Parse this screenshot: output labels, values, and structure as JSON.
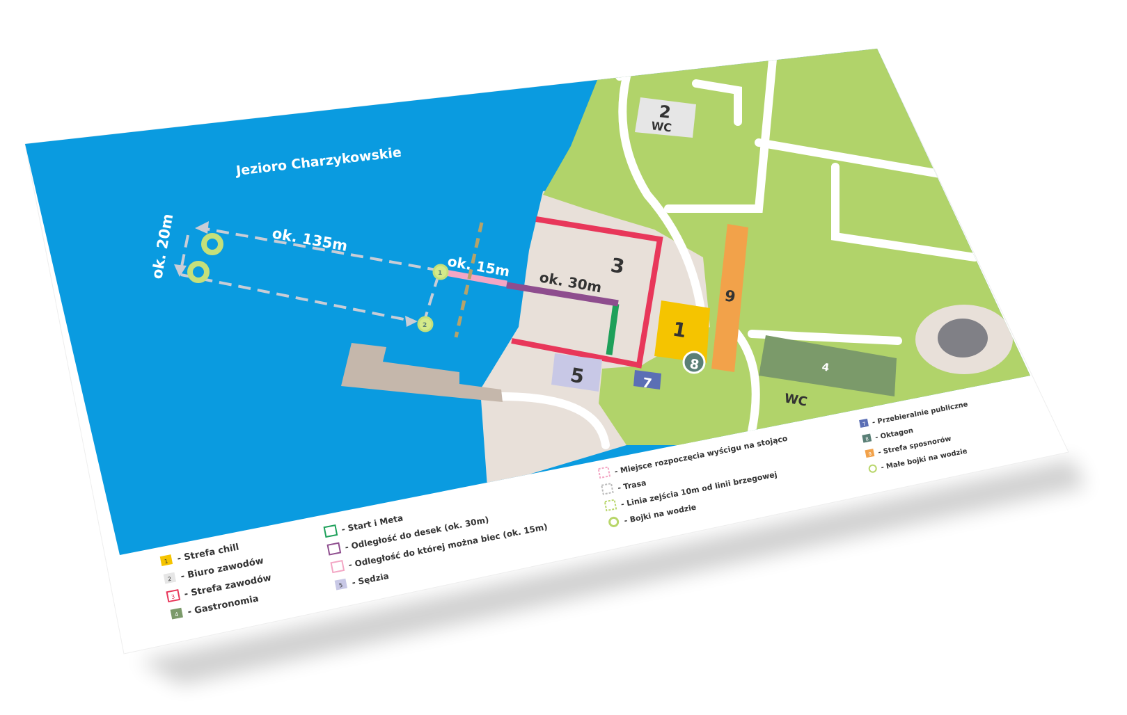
{
  "map": {
    "lake_name": "Jezioro Charzykowskie",
    "distances": {
      "d20": "ok. 20m",
      "d135": "ok. 135m",
      "d15": "ok. 15m",
      "d30": "ok. 30m"
    },
    "zones": {
      "z1": "1",
      "z2": "2",
      "z2_wc": "WC",
      "z3": "3",
      "z4": "4",
      "z5": "5",
      "z7": "7",
      "z8": "8",
      "z9": "9",
      "wc_main": "WC"
    },
    "buoy_labels": {
      "b_start": "1",
      "b_end": "2"
    }
  },
  "legend": {
    "col1": [
      {
        "num": "1",
        "label": "- Strefa chill",
        "color": "#f5c400"
      },
      {
        "num": "2",
        "label": "- Biuro zawodów",
        "color": "#e6e6e6"
      },
      {
        "num": "3",
        "label": "- Strefa zawodów",
        "color": "#e8375a"
      },
      {
        "num": "4",
        "label": "- Gastronomia",
        "color": "#7b9a6a"
      }
    ],
    "col2": [
      {
        "label": "- Start i Meta",
        "color": "#1ea05a"
      },
      {
        "label": "- Odległość do desek (ok. 30m)",
        "color": "#8e4d8e"
      },
      {
        "label": "- Odległość do której można biec (ok. 15m)",
        "color": "#f3a6c4"
      },
      {
        "num": "5",
        "label": "- Sędzia",
        "color": "#c8c8e6"
      }
    ],
    "col3": [
      {
        "label": "- Miejsce rozpoczęcia wyścigu na stojąco",
        "color": "#f3a6c4"
      },
      {
        "label": "- Trasa",
        "color": "#bbbbbb"
      },
      {
        "label": "- Linia zejścia 10m od linii brzegowej",
        "color": "#b8d66a"
      },
      {
        "label": "- Bojki na wodzie",
        "color": "#b8d66a"
      }
    ],
    "col4": [
      {
        "num": "7",
        "label": "- Przebieralnie publiczne",
        "color": "#5b6fb5"
      },
      {
        "num": "8",
        "label": "- Oktagon",
        "color": "#5a7f76"
      },
      {
        "num": "9",
        "label": "- Strefa sposnorów",
        "color": "#f2a24a"
      },
      {
        "label": "- Małe bojki na wodzie",
        "color": "#b8d66a"
      }
    ]
  },
  "colors": {
    "water": "#0a9be0",
    "grass": "#b1d36a",
    "sand": "#e8e0d9",
    "paths": "#ffffff",
    "zone3": "#e8375a",
    "zone1": "#f5c400",
    "zone9": "#f2a24a",
    "zone4": "#7b9a6a",
    "zone5": "#c8c8e6",
    "zone7": "#5b6fb5",
    "zone8": "#5a7f76"
  }
}
